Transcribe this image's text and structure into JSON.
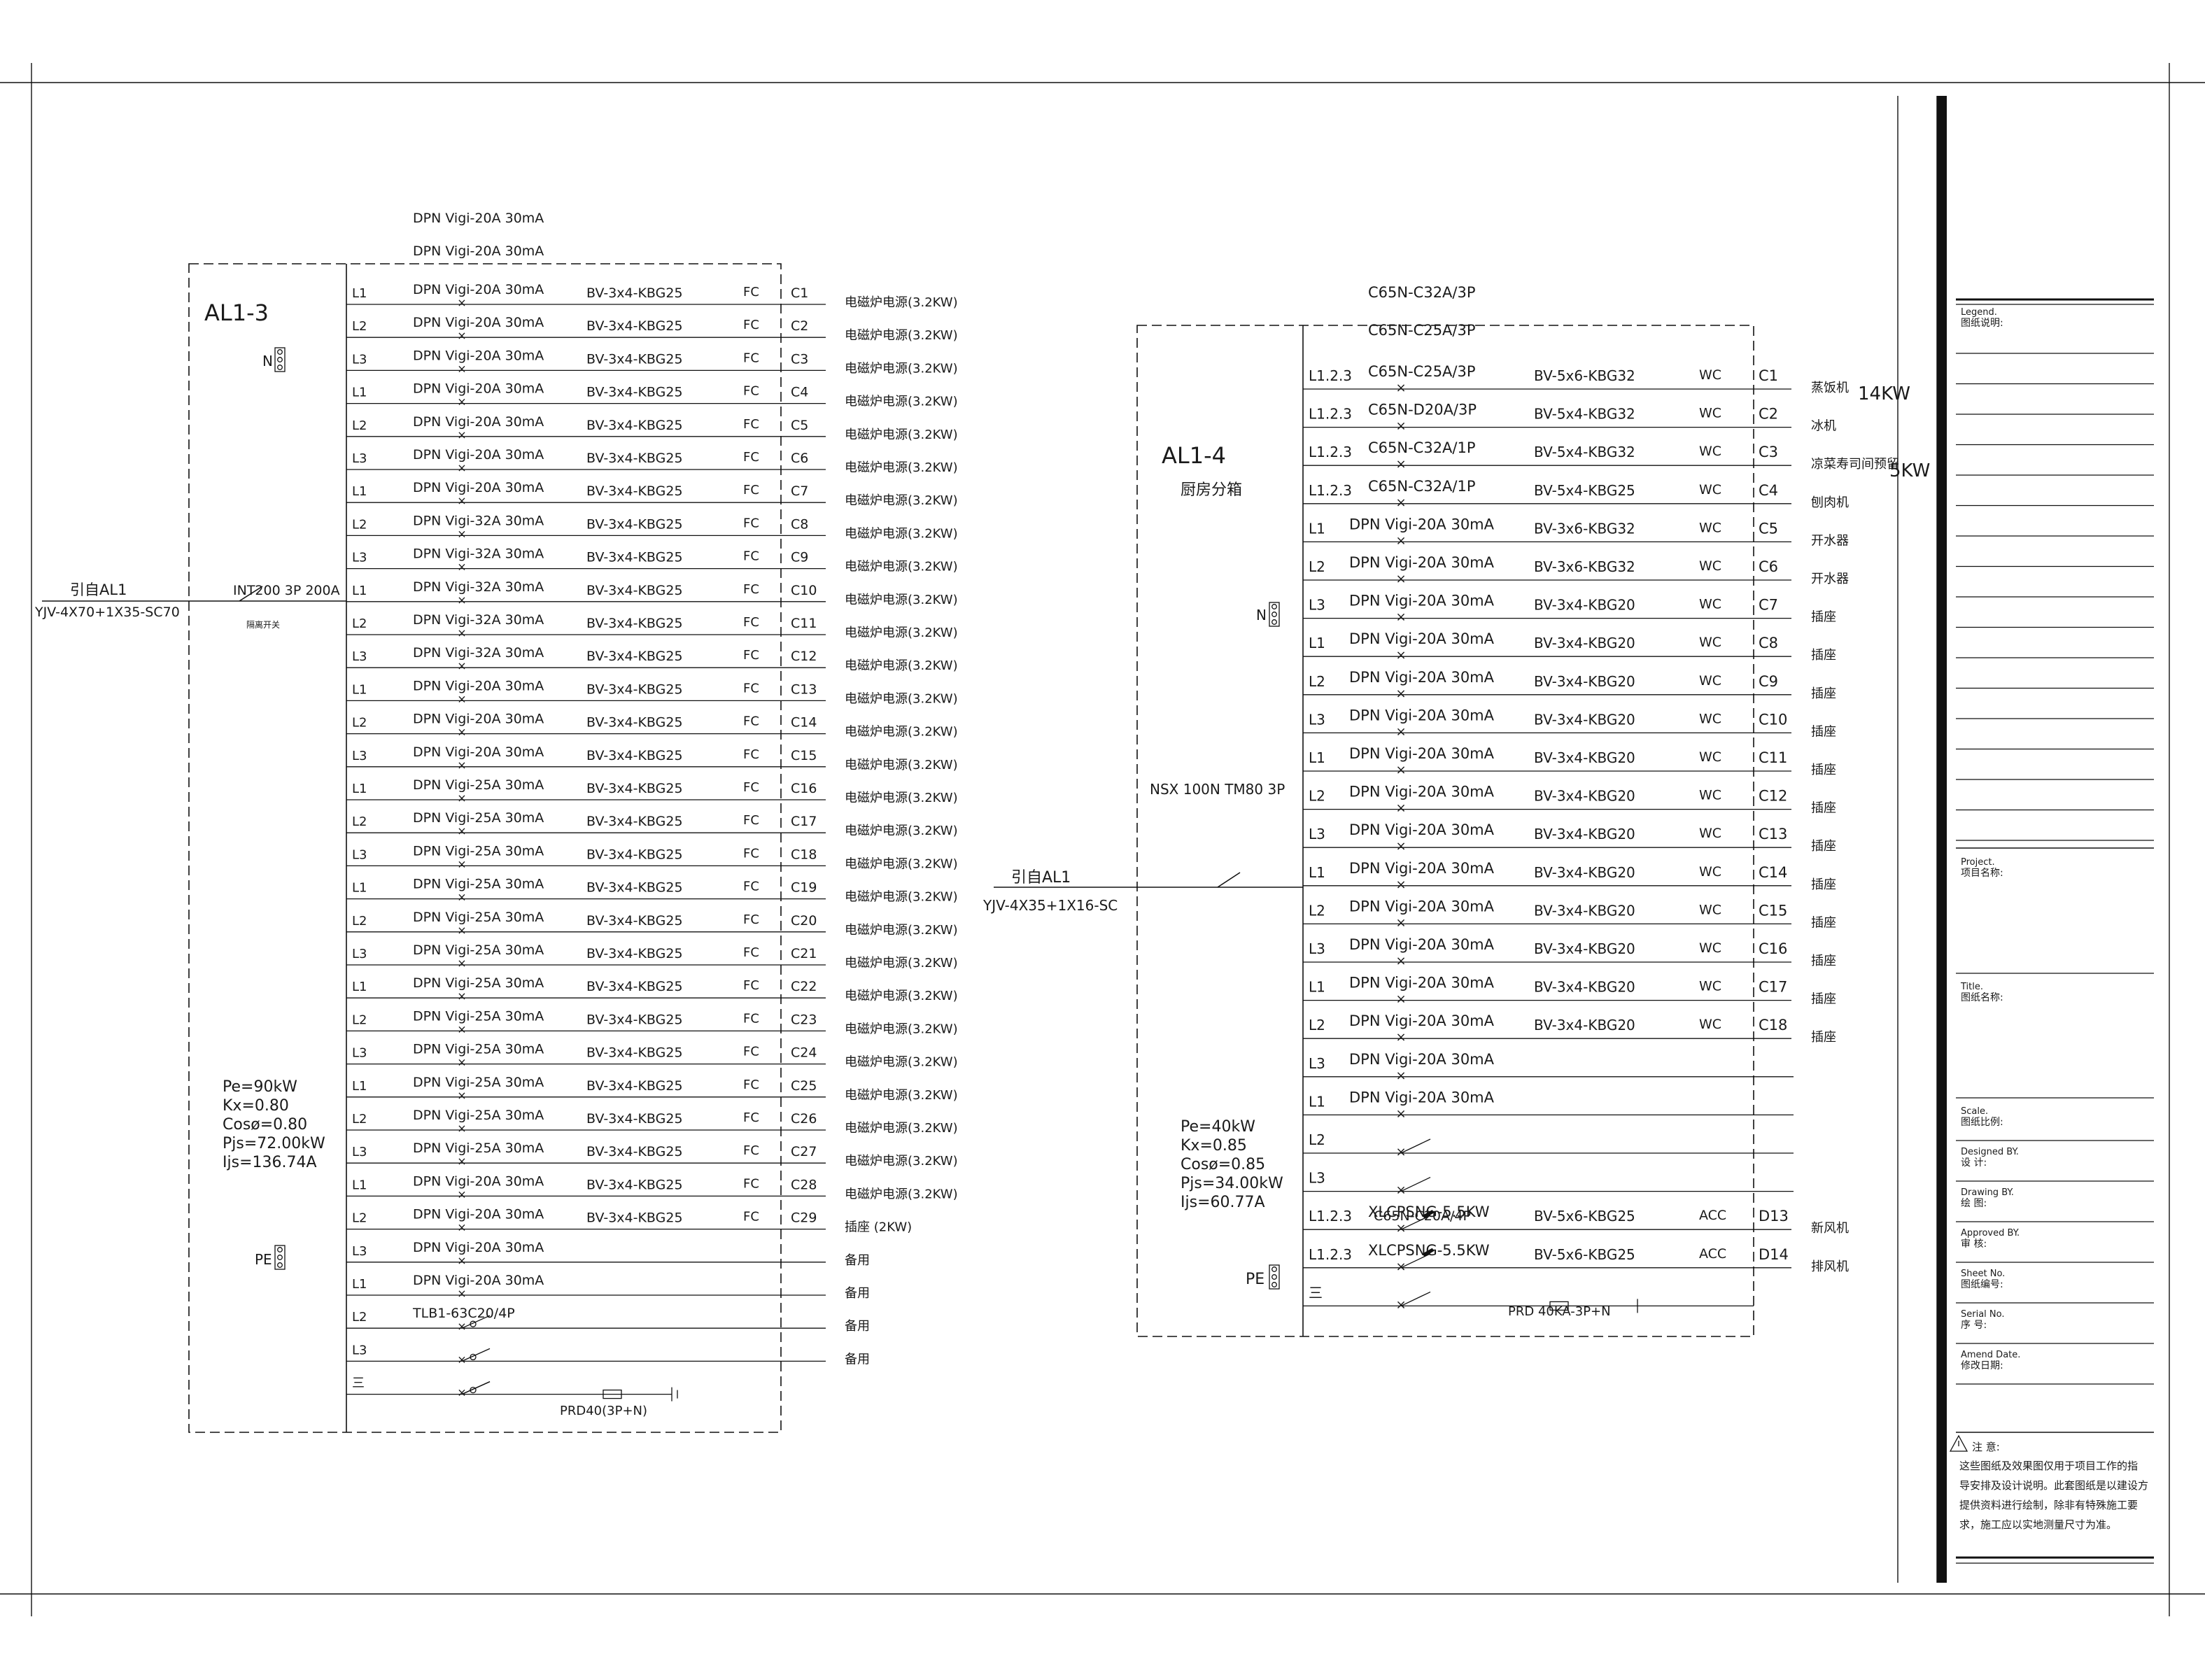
{
  "panel_a": {
    "name": "AL1-3",
    "n_label": "N",
    "pe_label": "PE",
    "source": "引自AL1",
    "cable": "YJV-4X70+1X35-SC70",
    "main_breaker": "INT200 3P 200A",
    "main_switch_note": "隔离开关",
    "load": [
      "Pe=90kW",
      "Kx=0.80",
      "Cosø=0.80",
      "Pjs=72.00kW",
      "Ijs=136.74A"
    ],
    "top_labels": [
      "DPN Vigi-20A 30mA",
      "DPN Vigi-20A 30mA"
    ],
    "rows": [
      {
        "phase": "L1",
        "breaker": "DPN Vigi-20A 30mA",
        "cable": "BV-3x4-KBG25",
        "lay": "FC",
        "id": "C1",
        "load": "电磁炉电源(3.2KW)"
      },
      {
        "phase": "L2",
        "breaker": "DPN Vigi-20A 30mA",
        "cable": "BV-3x4-KBG25",
        "lay": "FC",
        "id": "C2",
        "load": "电磁炉电源(3.2KW)"
      },
      {
        "phase": "L3",
        "breaker": "DPN Vigi-20A 30mA",
        "cable": "BV-3x4-KBG25",
        "lay": "FC",
        "id": "C3",
        "load": "电磁炉电源(3.2KW)"
      },
      {
        "phase": "L1",
        "breaker": "DPN Vigi-20A 30mA",
        "cable": "BV-3x4-KBG25",
        "lay": "FC",
        "id": "C4",
        "load": "电磁炉电源(3.2KW)"
      },
      {
        "phase": "L2",
        "breaker": "DPN Vigi-20A 30mA",
        "cable": "BV-3x4-KBG25",
        "lay": "FC",
        "id": "C5",
        "load": "电磁炉电源(3.2KW)"
      },
      {
        "phase": "L3",
        "breaker": "DPN Vigi-20A 30mA",
        "cable": "BV-3x4-KBG25",
        "lay": "FC",
        "id": "C6",
        "load": "电磁炉电源(3.2KW)"
      },
      {
        "phase": "L1",
        "breaker": "DPN Vigi-20A 30mA",
        "cable": "BV-3x4-KBG25",
        "lay": "FC",
        "id": "C7",
        "load": "电磁炉电源(3.2KW)"
      },
      {
        "phase": "L2",
        "breaker": "DPN Vigi-32A 30mA",
        "cable": "BV-3x4-KBG25",
        "lay": "FC",
        "id": "C8",
        "load": "电磁炉电源(3.2KW)"
      },
      {
        "phase": "L3",
        "breaker": "DPN Vigi-32A 30mA",
        "cable": "BV-3x4-KBG25",
        "lay": "FC",
        "id": "C9",
        "load": "电磁炉电源(3.2KW)"
      },
      {
        "phase": "L1",
        "breaker": "DPN Vigi-32A 30mA",
        "cable": "BV-3x4-KBG25",
        "lay": "FC",
        "id": "C10",
        "load": "电磁炉电源(3.2KW)"
      },
      {
        "phase": "L2",
        "breaker": "DPN Vigi-32A 30mA",
        "cable": "BV-3x4-KBG25",
        "lay": "FC",
        "id": "C11",
        "load": "电磁炉电源(3.2KW)"
      },
      {
        "phase": "L3",
        "breaker": "DPN Vigi-32A 30mA",
        "cable": "BV-3x4-KBG25",
        "lay": "FC",
        "id": "C12",
        "load": "电磁炉电源(3.2KW)"
      },
      {
        "phase": "L1",
        "breaker": "DPN Vigi-20A 30mA",
        "cable": "BV-3x4-KBG25",
        "lay": "FC",
        "id": "C13",
        "load": "电磁炉电源(3.2KW)"
      },
      {
        "phase": "L2",
        "breaker": "DPN Vigi-20A 30mA",
        "cable": "BV-3x4-KBG25",
        "lay": "FC",
        "id": "C14",
        "load": "电磁炉电源(3.2KW)"
      },
      {
        "phase": "L3",
        "breaker": "DPN Vigi-20A 30mA",
        "cable": "BV-3x4-KBG25",
        "lay": "FC",
        "id": "C15",
        "load": "电磁炉电源(3.2KW)"
      },
      {
        "phase": "L1",
        "breaker": "DPN Vigi-25A 30mA",
        "cable": "BV-3x4-KBG25",
        "lay": "FC",
        "id": "C16",
        "load": "电磁炉电源(3.2KW)"
      },
      {
        "phase": "L2",
        "breaker": "DPN Vigi-25A 30mA",
        "cable": "BV-3x4-KBG25",
        "lay": "FC",
        "id": "C17",
        "load": "电磁炉电源(3.2KW)"
      },
      {
        "phase": "L3",
        "breaker": "DPN Vigi-25A 30mA",
        "cable": "BV-3x4-KBG25",
        "lay": "FC",
        "id": "C18",
        "load": "电磁炉电源(3.2KW)"
      },
      {
        "phase": "L1",
        "breaker": "DPN Vigi-25A 30mA",
        "cable": "BV-3x4-KBG25",
        "lay": "FC",
        "id": "C19",
        "load": "电磁炉电源(3.2KW)"
      },
      {
        "phase": "L2",
        "breaker": "DPN Vigi-25A 30mA",
        "cable": "BV-3x4-KBG25",
        "lay": "FC",
        "id": "C20",
        "load": "电磁炉电源(3.2KW)"
      },
      {
        "phase": "L3",
        "breaker": "DPN Vigi-25A 30mA",
        "cable": "BV-3x4-KBG25",
        "lay": "FC",
        "id": "C21",
        "load": "电磁炉电源(3.2KW)"
      },
      {
        "phase": "L1",
        "breaker": "DPN Vigi-25A 30mA",
        "cable": "BV-3x4-KBG25",
        "lay": "FC",
        "id": "C22",
        "load": "电磁炉电源(3.2KW)"
      },
      {
        "phase": "L2",
        "breaker": "DPN Vigi-25A 30mA",
        "cable": "BV-3x4-KBG25",
        "lay": "FC",
        "id": "C23",
        "load": "电磁炉电源(3.2KW)"
      },
      {
        "phase": "L3",
        "breaker": "DPN Vigi-25A 30mA",
        "cable": "BV-3x4-KBG25",
        "lay": "FC",
        "id": "C24",
        "load": "电磁炉电源(3.2KW)"
      },
      {
        "phase": "L1",
        "breaker": "DPN Vigi-25A 30mA",
        "cable": "BV-3x4-KBG25",
        "lay": "FC",
        "id": "C25",
        "load": "电磁炉电源(3.2KW)"
      },
      {
        "phase": "L2",
        "breaker": "DPN Vigi-25A 30mA",
        "cable": "BV-3x4-KBG25",
        "lay": "FC",
        "id": "C26",
        "load": "电磁炉电源(3.2KW)"
      },
      {
        "phase": "L3",
        "breaker": "DPN Vigi-25A 30mA",
        "cable": "BV-3x4-KBG25",
        "lay": "FC",
        "id": "C27",
        "load": "电磁炉电源(3.2KW)"
      },
      {
        "phase": "L1",
        "breaker": "DPN Vigi-20A 30mA",
        "cable": "BV-3x4-KBG25",
        "lay": "FC",
        "id": "C28",
        "load": "电磁炉电源(3.2KW)"
      },
      {
        "phase": "L2",
        "breaker": "DPN Vigi-20A 30mA",
        "cable": "BV-3x4-KBG25",
        "lay": "FC",
        "id": "C29",
        "load": "插座    (2KW)"
      },
      {
        "phase": "L3",
        "breaker": "DPN Vigi-20A 30mA",
        "cable": "",
        "lay": "",
        "id": "",
        "load": "备用"
      },
      {
        "phase": "L1",
        "breaker": "DPN Vigi-20A 30mA",
        "cable": "",
        "lay": "",
        "id": "",
        "load": "备用"
      },
      {
        "phase": "L2",
        "breaker": "TLB1-63C20/4P",
        "cable": "",
        "lay": "",
        "id": "",
        "load": "备用"
      },
      {
        "phase": "L3",
        "breaker": "",
        "cable": "",
        "lay": "",
        "id": "",
        "load": "备用"
      },
      {
        "phase": "三",
        "breaker": "",
        "cable": "",
        "lay": "",
        "id": "",
        "load": ""
      }
    ],
    "spd": "PRD40(3P+N)"
  },
  "panel_b": {
    "name": "AL1-4",
    "subtitle": "厨房分箱",
    "n_label": "N",
    "pe_label": "PE",
    "source": "引自AL1",
    "cable": "YJV-4X35+1X16-SC",
    "main_breaker": "NSX 100N TM80 3P",
    "load": [
      "Pe=40kW",
      "Kx=0.85",
      "Cosø=0.85",
      "Pjs=34.00kW",
      "Ijs=60.77A"
    ],
    "top_labels": [
      "C65N-C32A/3P",
      "C65N-C25A/3P"
    ],
    "rows": [
      {
        "phase": "L1.2.3",
        "breaker": "C65N-C25A/3P",
        "cable": "BV-5x6-KBG32",
        "lay": "WC",
        "id": "C1",
        "load": "蒸饭机"
      },
      {
        "phase": "L1.2.3",
        "breaker": "C65N-D20A/3P",
        "cable": "BV-5x4-KBG32",
        "lay": "WC",
        "id": "C2",
        "load": "冰机"
      },
      {
        "phase": "L1.2.3",
        "breaker": "C65N-C32A/1P",
        "cable": "BV-5x4-KBG32",
        "lay": "WC",
        "id": "C3",
        "load": "凉菜寿司间预留"
      },
      {
        "phase": "L1.2.3",
        "breaker": "C65N-C32A/1P",
        "cable": "BV-5x4-KBG25",
        "lay": "WC",
        "id": "C4",
        "load": "刨肉机"
      },
      {
        "phase": "L1",
        "breaker": "DPN Vigi-20A 30mA",
        "cable": "BV-3x6-KBG32",
        "lay": "WC",
        "id": "C5",
        "load": "开水器"
      },
      {
        "phase": "L2",
        "breaker": "DPN Vigi-20A 30mA",
        "cable": "BV-3x6-KBG32",
        "lay": "WC",
        "id": "C6",
        "load": "开水器"
      },
      {
        "phase": "L3",
        "breaker": "DPN Vigi-20A 30mA",
        "cable": "BV-3x4-KBG20",
        "lay": "WC",
        "id": "C7",
        "load": "插座"
      },
      {
        "phase": "L1",
        "breaker": "DPN Vigi-20A 30mA",
        "cable": "BV-3x4-KBG20",
        "lay": "WC",
        "id": "C8",
        "load": "插座"
      },
      {
        "phase": "L2",
        "breaker": "DPN Vigi-20A 30mA",
        "cable": "BV-3x4-KBG20",
        "lay": "WC",
        "id": "C9",
        "load": "插座"
      },
      {
        "phase": "L3",
        "breaker": "DPN Vigi-20A 30mA",
        "cable": "BV-3x4-KBG20",
        "lay": "WC",
        "id": "C10",
        "load": "插座"
      },
      {
        "phase": "L1",
        "breaker": "DPN Vigi-20A 30mA",
        "cable": "BV-3x4-KBG20",
        "lay": "WC",
        "id": "C11",
        "load": "插座"
      },
      {
        "phase": "L2",
        "breaker": "DPN Vigi-20A 30mA",
        "cable": "BV-3x4-KBG20",
        "lay": "WC",
        "id": "C12",
        "load": "插座"
      },
      {
        "phase": "L3",
        "breaker": "DPN Vigi-20A 30mA",
        "cable": "BV-3x4-KBG20",
        "lay": "WC",
        "id": "C13",
        "load": "插座"
      },
      {
        "phase": "L1",
        "breaker": "DPN Vigi-20A 30mA",
        "cable": "BV-3x4-KBG20",
        "lay": "WC",
        "id": "C14",
        "load": "插座"
      },
      {
        "phase": "L2",
        "breaker": "DPN Vigi-20A 30mA",
        "cable": "BV-3x4-KBG20",
        "lay": "WC",
        "id": "C15",
        "load": "插座"
      },
      {
        "phase": "L3",
        "breaker": "DPN Vigi-20A 30mA",
        "cable": "BV-3x4-KBG20",
        "lay": "WC",
        "id": "C16",
        "load": "插座"
      },
      {
        "phase": "L1",
        "breaker": "DPN Vigi-20A 30mA",
        "cable": "BV-3x4-KBG20",
        "lay": "WC",
        "id": "C17",
        "load": "插座"
      },
      {
        "phase": "L2",
        "breaker": "DPN Vigi-20A 30mA",
        "cable": "BV-3x4-KBG20",
        "lay": "WC",
        "id": "C18",
        "load": "插座"
      },
      {
        "phase": "L3",
        "breaker": "DPN Vigi-20A 30mA",
        "cable": "",
        "lay": "",
        "id": "",
        "load": ""
      },
      {
        "phase": "L1",
        "breaker": "DPN Vigi-20A 30mA",
        "cable": "",
        "lay": "",
        "id": "",
        "load": ""
      },
      {
        "phase": "L2",
        "breaker": "",
        "cable": "",
        "lay": "",
        "id": "",
        "load": ""
      },
      {
        "phase": "L3",
        "breaker": "",
        "cable": "",
        "lay": "",
        "id": "",
        "load": ""
      },
      {
        "phase": "L1.2.3",
        "breaker": "XLCPSNG-5.5KW",
        "cable": "BV-5x6-KBG25",
        "lay": "ACC",
        "id": "D13",
        "load": "新风机"
      },
      {
        "phase": "L1.2.3",
        "breaker": "XLCPSNG-5.5KW",
        "cable": "BV-5x6-KBG25",
        "lay": "ACC",
        "id": "D14",
        "load": "排风机"
      },
      {
        "phase": "三",
        "breaker": "",
        "cable": "",
        "lay": "",
        "id": "",
        "load": ""
      }
    ],
    "extra_breaker": "C65N-C20A/4P",
    "power_notes": [
      "14KW",
      "5KW"
    ],
    "spd": "PRD 40KA-3P+N"
  },
  "title_block": {
    "fields": [
      {
        "en": "Legend.",
        "cn": "图纸说明:"
      },
      {
        "en": "Project.",
        "cn": "项目名称:"
      },
      {
        "en": "Title.",
        "cn": "图纸名称:"
      },
      {
        "en": "Scale.",
        "cn": "图纸比例:"
      },
      {
        "en": "Designed BY.",
        "cn": "设    计:"
      },
      {
        "en": "Drawing BY.",
        "cn": "绘    图:"
      },
      {
        "en": "Approved BY.",
        "cn": "审    核:"
      },
      {
        "en": "Sheet No.",
        "cn": "图纸编号:"
      },
      {
        "en": "Serial No.",
        "cn": "序    号:"
      },
      {
        "en": "Amend Date.",
        "cn": "修改日期:"
      }
    ],
    "note_head": "注  意:",
    "note_lines": [
      "这些图纸及效果图仅用于项目工作的指",
      "导安排及设计说明。此套图纸是以建设方",
      "提供资料进行绘制，除非有特殊施工要",
      "求，施工应以实地测量尺寸为准。"
    ]
  }
}
